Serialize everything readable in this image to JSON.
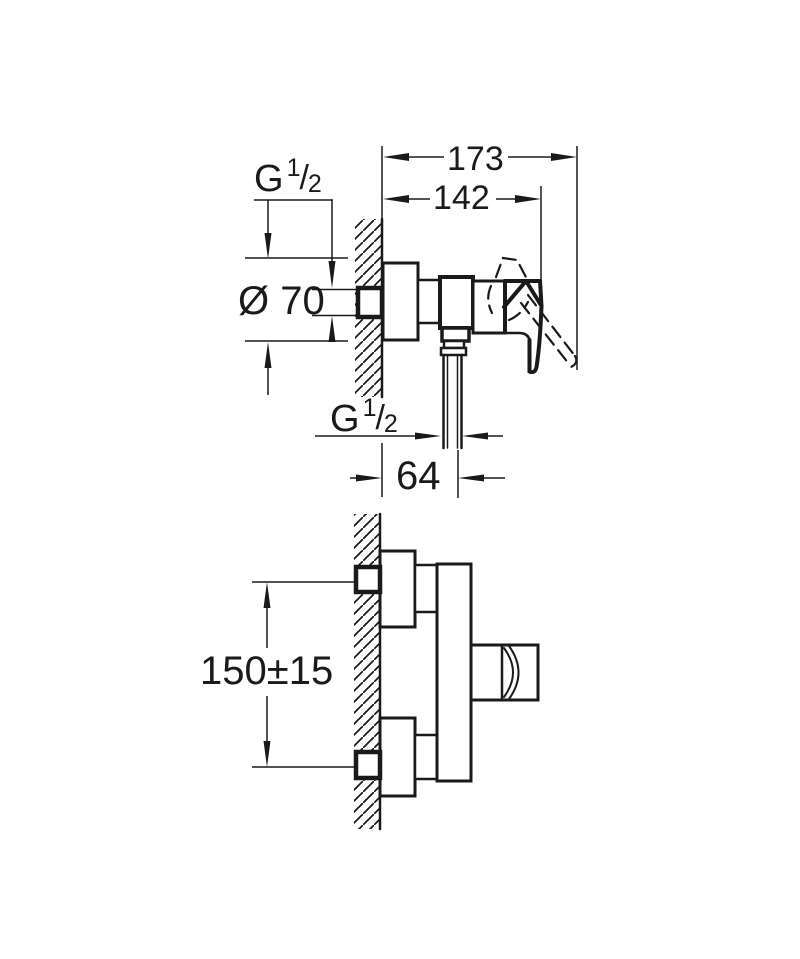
{
  "page": {
    "background": "#ffffff",
    "line_color": "#1a1a1a"
  },
  "dimensions": {
    "overall_depth": "173",
    "body_depth": "142",
    "inlet_thread": {
      "prefix": "G",
      "numerator": "1",
      "slash": "/",
      "denominator": "2"
    },
    "escutcheon_diameter": "Ø 70",
    "outlet_thread": {
      "prefix": "G",
      "numerator": "1",
      "slash": "/",
      "denominator": "2"
    },
    "outlet_offset": "64",
    "connection_spacing": "150±15"
  }
}
